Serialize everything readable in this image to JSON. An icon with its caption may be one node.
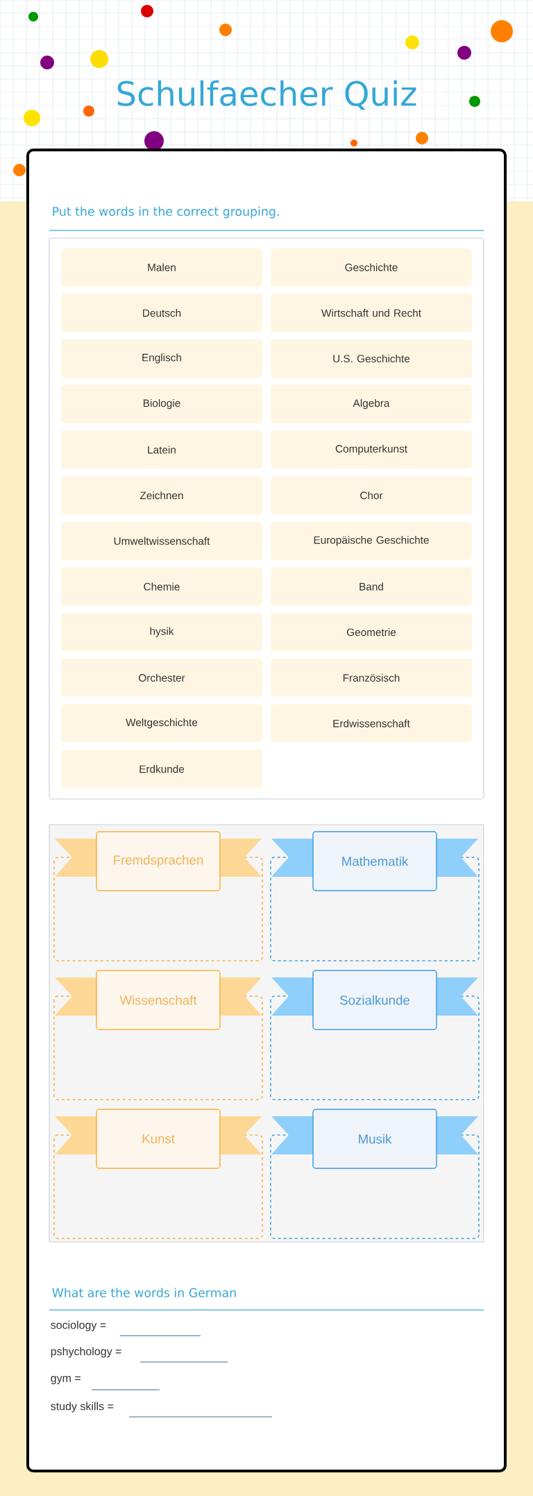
{
  "diagram": {
    "title": "Schulfaecher Quiz",
    "nodes": [
      {
        "text": [
          "Malen"
        ]
      },
      {
        "text": [
          "Geschichte"
        ]
      },
      {
        "text": [
          "Deutsch"
        ]
      },
      {
        "text": [
          "Wirtschaft und Recht"
        ]
      },
      {
        "text": [
          "Englisch"
        ]
      },
      {
        "text": [
          "U.S. Geschichte"
        ]
      },
      {
        "text": [
          "Biologie"
        ]
      },
      {
        "text": [
          "Algebra"
        ]
      },
      {
        "text": [
          "Latein"
        ]
      },
      {
        "text": [
          "Computerkunst"
        ]
      },
      {
        "text": [
          "Zeichnen"
        ]
      },
      {
        "text": [
          "Chor"
        ]
      },
      {
        "text": [
          "Umweltwissenschaft"
        ]
      },
      {
        "text": [
          "Europäische Geschichte"
        ]
      },
      {
        "text": [
          "Chemie"
        ]
      },
      {
        "text": [
          "Band"
        ]
      },
      {
        "text": [
          "hysik"
        ]
      },
      {
        "text": [
          "Geometrie"
        ]
      },
      {
        "text": [
          "Orchester"
        ]
      },
      {
        "text": [
          "Französisch"
        ]
      },
      {
        "text": [
          "Weltgeschichte"
        ]
      },
      {
        "text": [
          "Erdwissenschaft"
        ]
      },
      {
        "text": [
          "Erdkunde"
        ]
      },
      {
        "text": [
          "Fremdsprachen"
        ]
      },
      {
        "text": [
          "Mathematik"
        ]
      },
      {
        "text": [
          "Wissenschaft"
        ]
      },
      {
        "text": [
          "Sozialkunde"
        ]
      },
      {
        "text": [
          "Kunst"
        ]
      },
      {
        "text": [
          "Musik"
        ]
      }
    ],
    "labels": [
      "Put the words in the correct grouping.",
      "What are the words in German",
      "sociology =",
      "pshychology =",
      "gym =",
      "study skills ="
    ]
  }
}
